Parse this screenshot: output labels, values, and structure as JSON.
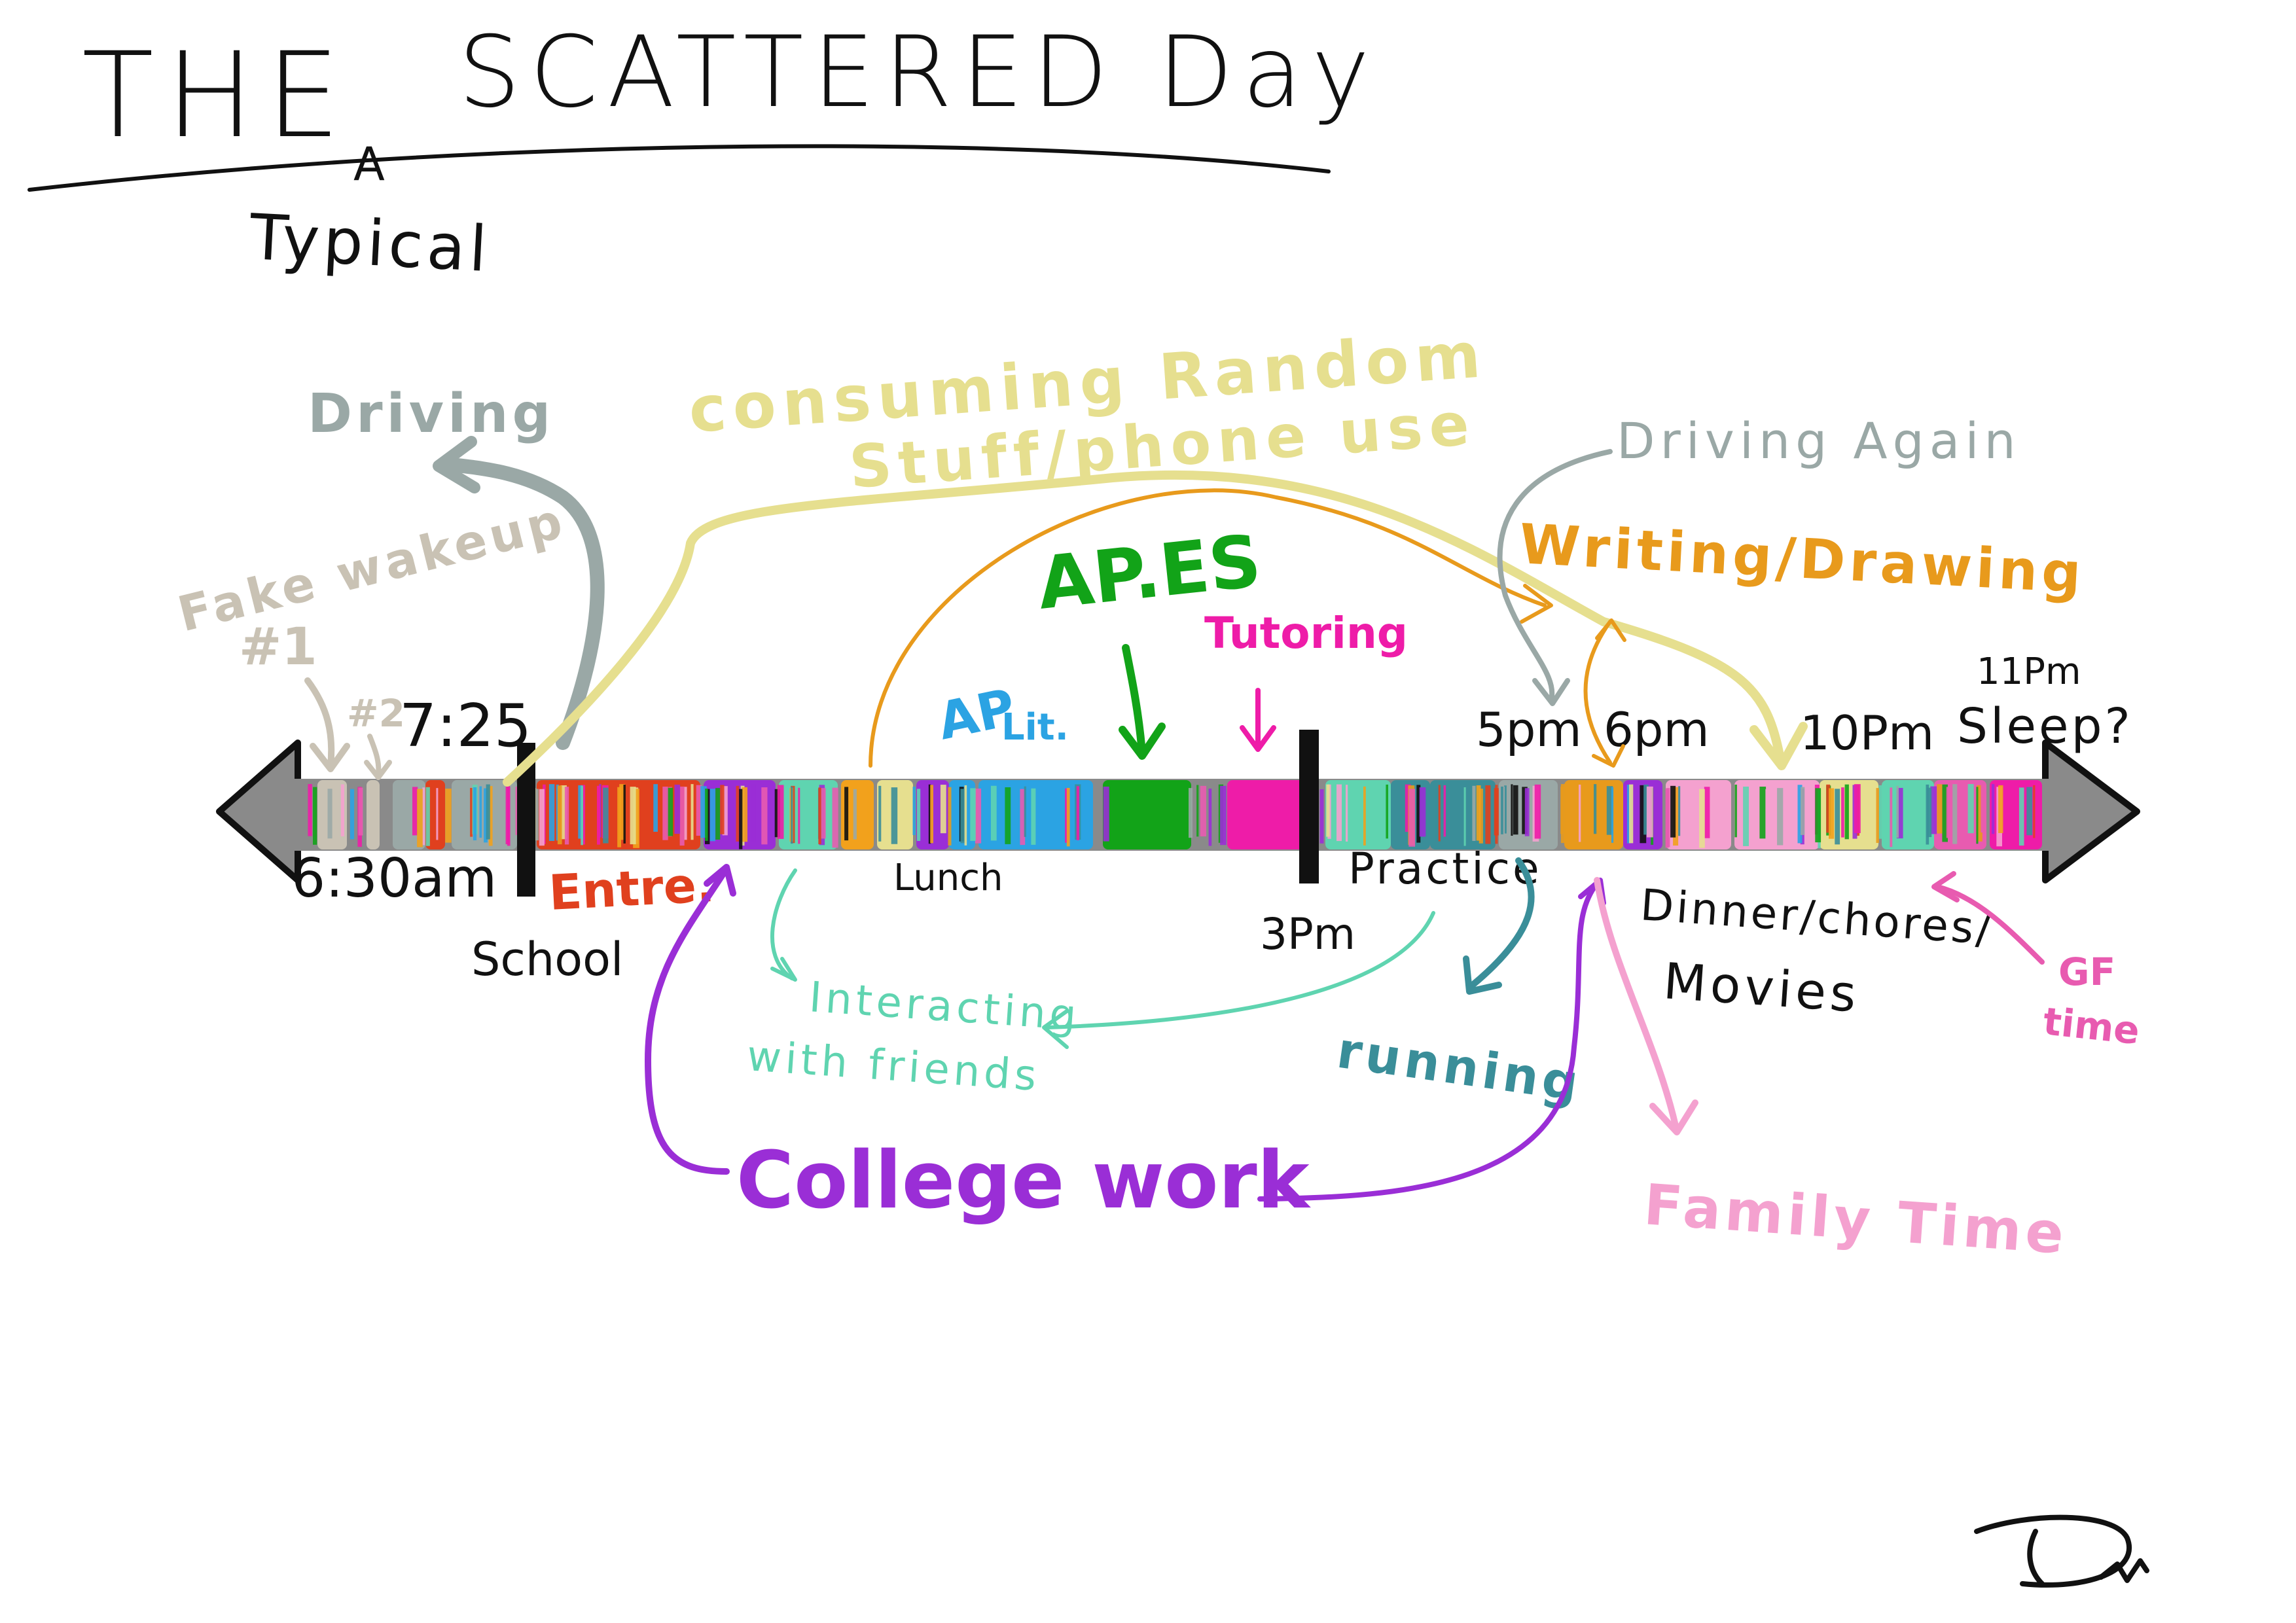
{
  "title": {
    "the": "THE",
    "caret": "A",
    "main": "SCATTERED Day",
    "inserted": "Typical"
  },
  "signature": "Dw",
  "colors": {
    "ink": "#111111",
    "driving": "#9aa8a6",
    "fake_wakeup": "#c9c2b4",
    "consuming": "#e6df8f",
    "entre": "#e0401e",
    "college": "#9a2ed6",
    "friends": "#5fd4b0",
    "running": "#3a8e99",
    "lunch_orange": "#f2a11c",
    "ap_lit": "#2ba3e3",
    "apes": "#12a318",
    "tutoring": "#ee1ca8",
    "writing": "#e89a1c",
    "family": "#f4a1cf",
    "gf": "#e85bb0",
    "arrow_grey": "#8a8a8a"
  },
  "labels": {
    "driving": "Driving",
    "fake_wakeup": "Fake wakeup",
    "fake_num1": "#1",
    "fake_num2": "#2",
    "consuming_1": "consuming Random",
    "consuming_2": "Stuff/phone use",
    "driving_again": "Driving Again",
    "writing": "Writing/Drawing",
    "apes": "AP.ES",
    "tutoring": "Tutoring",
    "ap": "AP",
    "lit": "Lit.",
    "lunch": "Lunch",
    "practice": "Practice",
    "entre": "Entre.",
    "school": "School",
    "interacting_1": "Interacting",
    "interacting_2": "with friends",
    "college_work": "College work",
    "running": "running",
    "dinner_1": "Dinner/chores/",
    "dinner_2": "Movies",
    "family_time": "Family Time",
    "gf_1": "GF",
    "gf_2": "time"
  },
  "times": {
    "t_630": "6:30am",
    "t_725": "7:25",
    "t_3pm": "3Pm",
    "t_5pm": "5pm",
    "t_6pm": "6pm",
    "t_10pm": "10Pm",
    "t_11pm": "11Pm",
    "sleep": "Sleep?"
  }
}
